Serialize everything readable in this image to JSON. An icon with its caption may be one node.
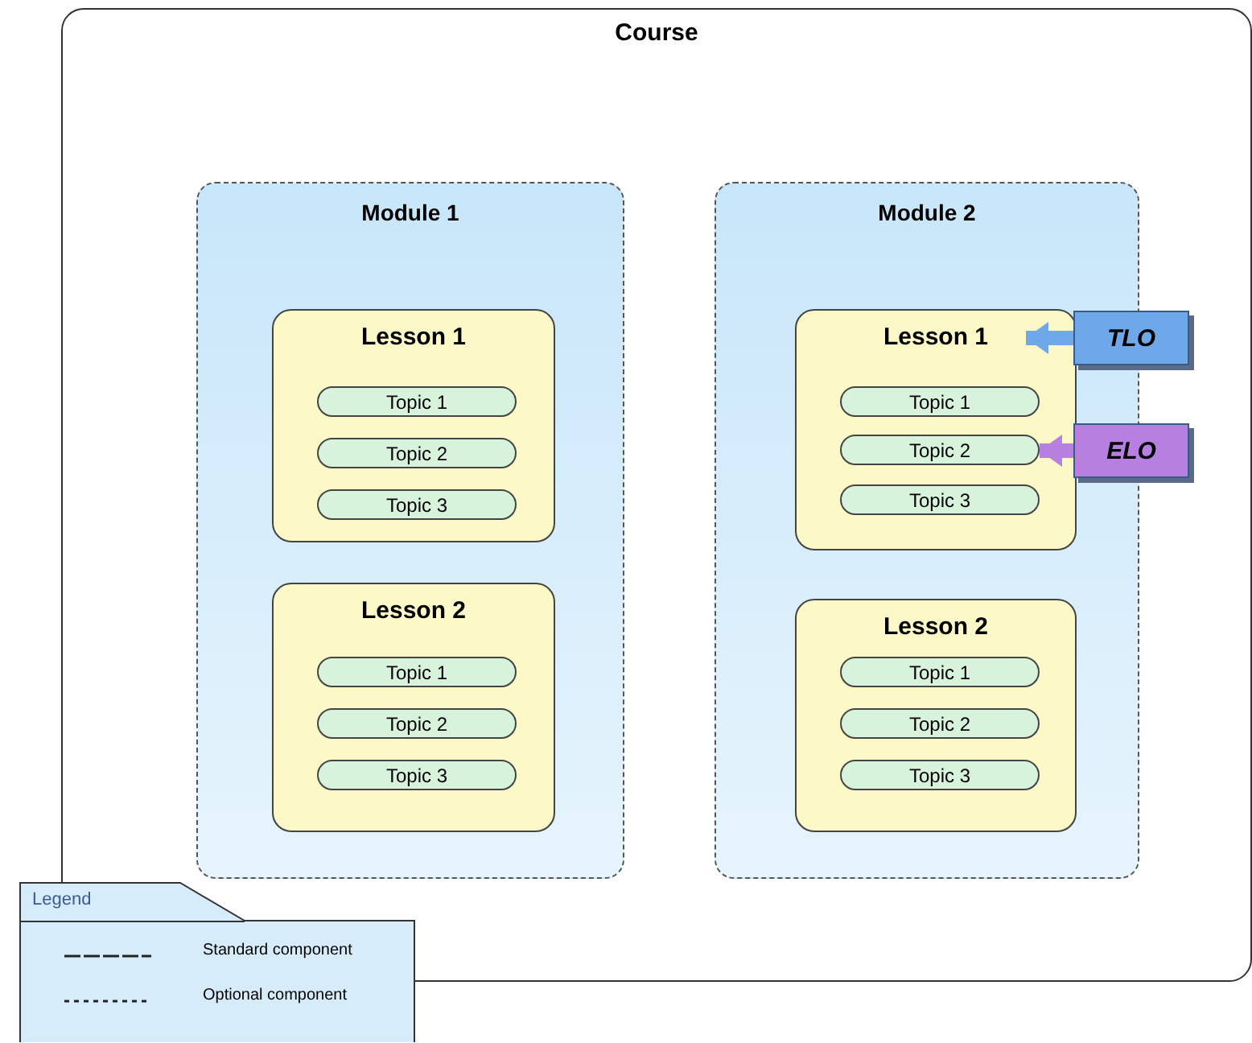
{
  "diagram": {
    "nodes": [
      {
        "text": [
          "Course"
        ]
      },
      {
        "text": [
          "Module 1"
        ],
        "in": 0
      },
      {
        "text": [
          "Lesson 1"
        ],
        "in": 1
      },
      {
        "text": [
          "Topic 1"
        ],
        "in": 2
      },
      {
        "text": [
          "Topic 2"
        ],
        "in": 2
      },
      {
        "text": [
          "Topic 3"
        ],
        "in": 2
      },
      {
        "text": [
          "Lesson 2"
        ],
        "in": 1
      },
      {
        "text": [
          "Topic 1"
        ],
        "in": 6
      },
      {
        "text": [
          "Topic 2"
        ],
        "in": 6
      },
      {
        "text": [
          "Topic 3"
        ],
        "in": 6
      },
      {
        "text": [
          "Module 2"
        ],
        "in": 0
      },
      {
        "text": [
          "Lesson 1"
        ],
        "in": 10
      },
      {
        "text": [
          "Topic 1"
        ],
        "in": 11
      },
      {
        "text": [
          "Topic 2"
        ],
        "in": 11
      },
      {
        "text": [
          "Topic 3"
        ],
        "in": 11
      },
      {
        "text": [
          "Lesson 2"
        ],
        "in": 10
      },
      {
        "text": [
          "Topic 1"
        ],
        "in": 15
      },
      {
        "text": [
          "Topic 2"
        ],
        "in": 15
      },
      {
        "text": [
          "Topic 3"
        ],
        "in": 15
      },
      {
        "text": [
          "TLO"
        ],
        "in": 0
      },
      {
        "text": [
          "ELO"
        ],
        "in": 0
      }
    ],
    "edges": [
      {
        "from": 19,
        "to": 11,
        "arrow": "to",
        "color": "#6fa8e8"
      },
      {
        "from": 20,
        "to": 13,
        "arrow": "to",
        "color": "#b77fe0"
      }
    ],
    "labels": [
      "Legend"
    ],
    "legend": [
      {
        "text": "Standard component"
      },
      {
        "text": "Optional component"
      }
    ]
  }
}
